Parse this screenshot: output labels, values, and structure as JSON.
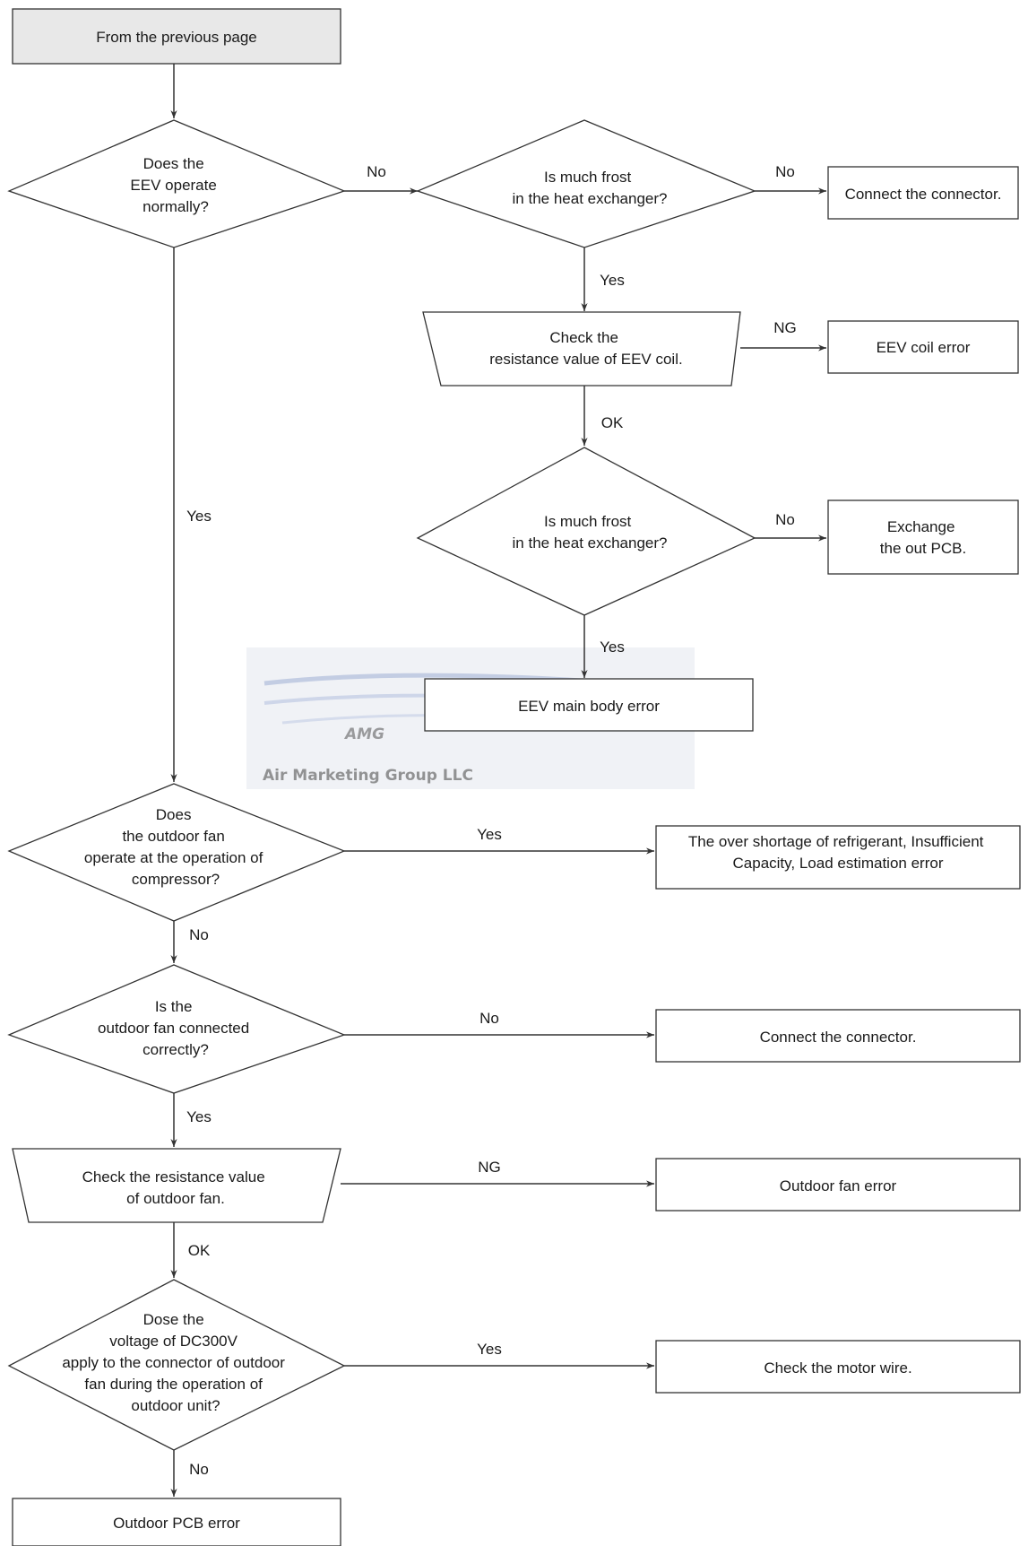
{
  "start_box": "From the previous page",
  "q_eev_operate": [
    "Does the",
    "EEV operate",
    "normally?"
  ],
  "q_frost_1": [
    "Is much frost",
    "in the heat exchanger?"
  ],
  "r_connect_connector_1": "Connect the connector.",
  "check_eev_coil": [
    "Check the",
    "resistance value of EEV coil."
  ],
  "r_eev_coil_error": "EEV coil error",
  "q_frost_2": [
    "Is much frost",
    "in the heat exchanger?"
  ],
  "r_exchange_out_pcb": [
    "Exchange",
    "the out PCB."
  ],
  "r_eev_main_body_error": "EEV main body error",
  "q_outdoor_fan_operate": [
    "Does",
    "the outdoor fan",
    "operate at the operation of",
    "compressor?"
  ],
  "r_refrigerant": [
    "The over shortage of refrigerant, Insufficient",
    "Capacity, Load estimation error"
  ],
  "q_outdoor_fan_connected": [
    "Is the",
    "outdoor fan connected",
    "correctly?"
  ],
  "r_connect_connector_2": "Connect the connector.",
  "check_outdoor_fan_resistance": [
    "Check the resistance value",
    "of outdoor fan."
  ],
  "r_outdoor_fan_error": "Outdoor fan error",
  "q_dc300v": [
    "Dose the",
    "voltage of DC300V",
    "apply to the connector of outdoor",
    "fan during the operation of",
    "outdoor unit?"
  ],
  "r_check_motor_wire": "Check the motor wire.",
  "r_outdoor_pcb_error": "Outdoor PCB error",
  "labels": {
    "no": "No",
    "yes": "Yes",
    "ng": "NG",
    "ok": "OK"
  },
  "watermark": {
    "logo_letters": "AMG",
    "company": "Air Marketing Group LLC"
  }
}
